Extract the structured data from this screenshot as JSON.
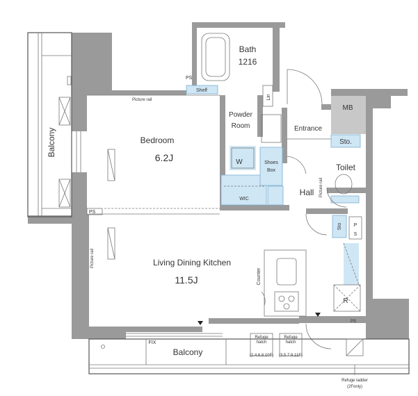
{
  "rooms": {
    "bedroom": {
      "name": "Bedroom",
      "size": "6.2J"
    },
    "ldk": {
      "name": "Living Dining Kitchen",
      "size": "11.5J"
    },
    "bath": {
      "name": "Bath",
      "size": "1216"
    },
    "powder": {
      "line1": "Powder",
      "line2": "Room"
    },
    "entrance": "Entrance",
    "toilet": "Toilet",
    "hall": "Hall",
    "balcony_left": "Balcony",
    "balcony_bottom": "Balcony",
    "mb": "MB",
    "sto_top": "Sto.",
    "sto_side": "Sto",
    "shoes": {
      "line1": "Shoes",
      "line2": "Box"
    },
    "wic": "WIC",
    "shelf": "Shelf",
    "lin": "Lin",
    "w": "W",
    "r": "R",
    "counter": "Counter",
    "fix": "FIX"
  },
  "labels": {
    "picture_rail_top": "Picture rail",
    "picture_rail_left": "Picture rail",
    "picture_rail_hall": "Picture rail",
    "ps_bath": "PS",
    "ps_left": "PS",
    "ps_right": "PS",
    "ps_side_1": "P",
    "ps_side_2": "S",
    "refuge_hatch_1_a": "Refuge",
    "refuge_hatch_1_b": "hatch",
    "refuge_hatch_1_c": "(2,4,6,8,10F)",
    "refuge_hatch_2_a": "Refuge",
    "refuge_hatch_2_b": "hatch",
    "refuge_hatch_2_c": "(3,5,7,9,11F)",
    "refuge_ladder_a": "Refuge ladder",
    "refuge_ladder_b": "(2Fonly)"
  }
}
